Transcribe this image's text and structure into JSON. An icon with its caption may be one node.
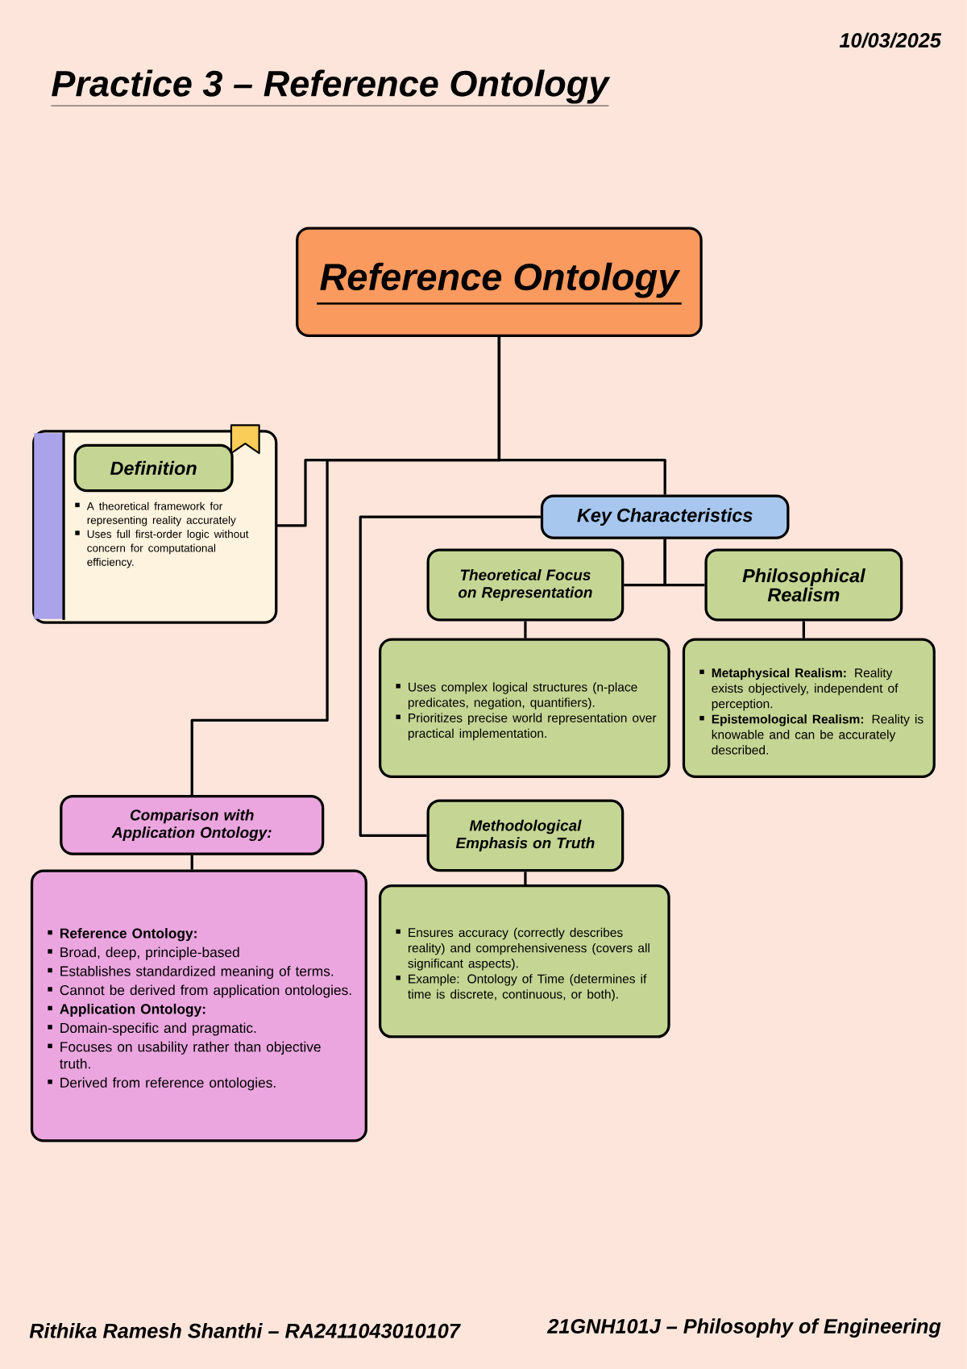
{
  "diagram": {
    "title": "Practice 3 – Reference Ontology",
    "nodes": [
      {
        "text": [
          "Reference Ontology"
        ]
      },
      {
        "text": [
          "A theoretical framework for representing reality accurately",
          "Uses full first-order logic without concern for computational efficiency."
        ]
      },
      {
        "text": [
          "Definition"
        ],
        "in": 1
      },
      {
        "text": [
          "Key Characteristics"
        ]
      },
      {
        "text": [
          "Theoretical Focus on Representation"
        ]
      },
      {
        "text": [
          "Philosophical Realism"
        ]
      },
      {
        "text": [
          "Uses complex logical structures (n-place predicates, negation, quantifiers).",
          "Prioritizes precise world representation over practical implementation."
        ]
      },
      {
        "text": [
          "**Metaphysical Realism:** Reality exists objectively, independent of perception.",
          "**Epistemological Realism:** Reality is knowable and can be accurately described."
        ]
      },
      {
        "text": [
          "Methodological Emphasis on Truth"
        ]
      },
      {
        "text": [
          "Ensures accuracy (correctly describes reality) and comprehensiveness (covers all significant aspects).",
          "Example: Ontology of Time (determines if time is discrete, continuous, or both)."
        ]
      },
      {
        "text": [
          "Comparison with Application Ontology:"
        ]
      },
      {
        "text": [
          "**Reference Ontology:**",
          "Broad, deep, principle-based",
          "Establishes standardized meaning of terms.",
          "Cannot be derived from application ontologies.",
          "**Application Ontology:**",
          "Domain-specific and pragmatic.",
          "Focuses on usability rather than objective truth.",
          "Derived from reference ontologies."
        ]
      }
    ],
    "edges": [
      {
        "from": 0,
        "to": 1,
        "arrow": "none"
      },
      {
        "from": 0,
        "to": 3,
        "arrow": "none"
      },
      {
        "from": 0,
        "to": 10,
        "arrow": "none"
      },
      {
        "from": 3,
        "to": 4,
        "arrow": "none"
      },
      {
        "from": 3,
        "to": 5,
        "arrow": "none"
      },
      {
        "from": 3,
        "to": 8,
        "arrow": "none"
      },
      {
        "from": 4,
        "to": 6,
        "arrow": "none"
      },
      {
        "from": 5,
        "to": 7,
        "arrow": "none"
      },
      {
        "from": 8,
        "to": 9,
        "arrow": "none"
      },
      {
        "from": 10,
        "to": 11,
        "arrow": "none"
      }
    ],
    "labels": [
      "10/03/2025",
      "Rithika Ramesh Shanthi – RA2411043010107",
      "21GNH101J – Philosophy of Engineering"
    ]
  }
}
